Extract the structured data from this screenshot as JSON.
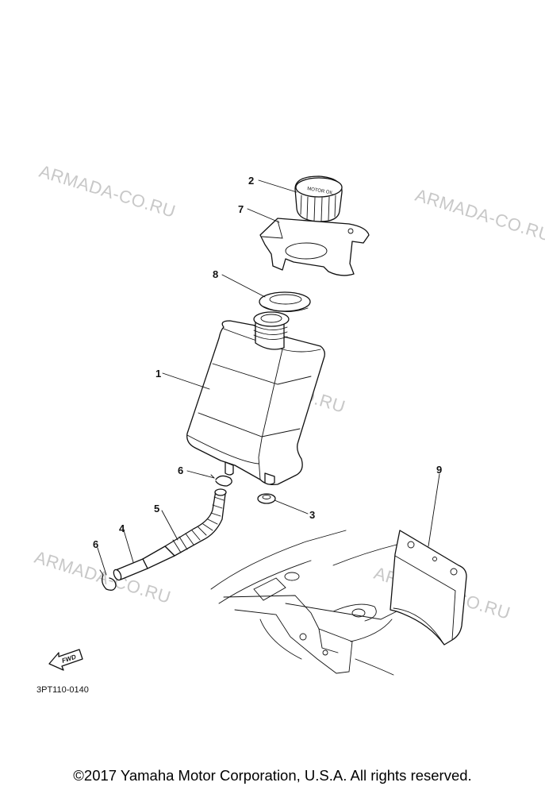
{
  "watermark": "ARMADA-CO.RU",
  "diagram_code": "3PT110-0140",
  "fwd_label": "FWD",
  "cap_label": "MOTOR OIL",
  "callouts": [
    "1",
    "2",
    "3",
    "4",
    "5",
    "6",
    "6",
    "7",
    "8",
    "9"
  ],
  "copyright": "©2017 Yamaha Motor Corporation, U.S.A. All rights reserved."
}
